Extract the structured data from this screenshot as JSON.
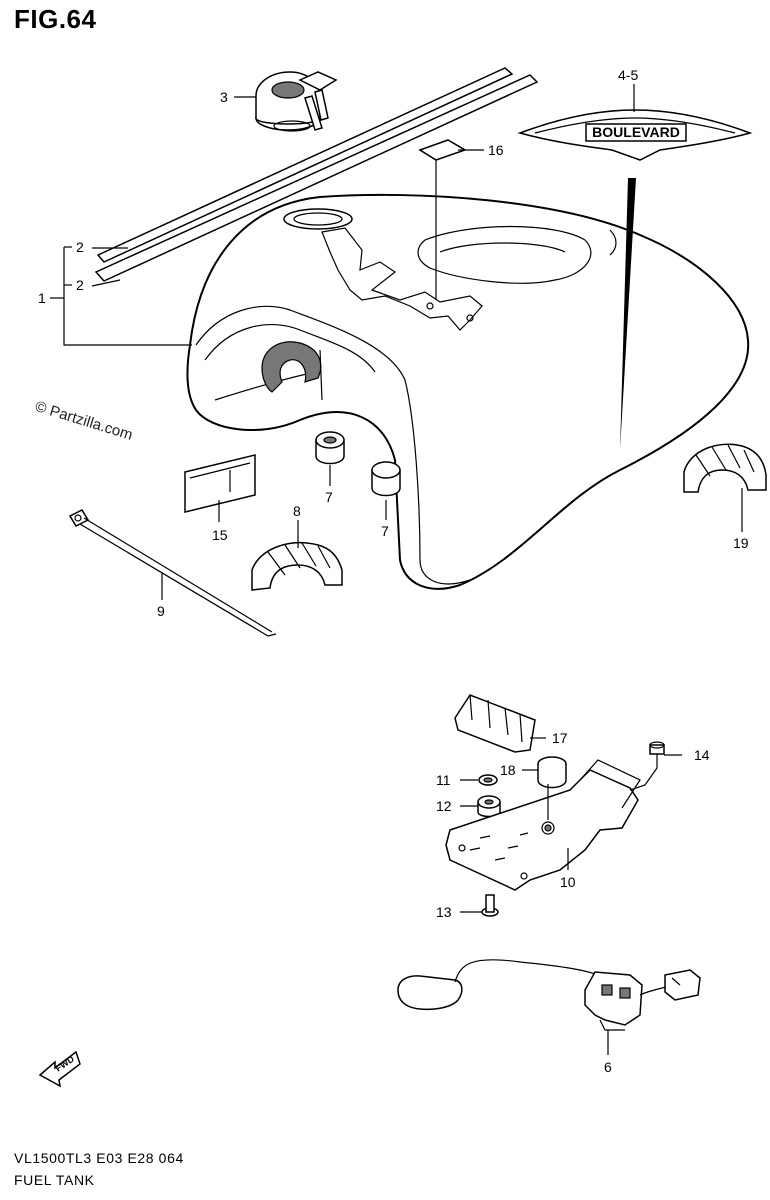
{
  "figure": {
    "title": "FIG.64"
  },
  "watermark": "© Partzilla.com",
  "logo_text": "BOULEVARD",
  "fwd_label": "FWD",
  "callouts": {
    "c1": "1",
    "c2a": "2",
    "c2b": "2",
    "c3": "3",
    "c45": "4-5",
    "c6": "6",
    "c7a": "7",
    "c7b": "7",
    "c8": "8",
    "c9": "9",
    "c10": "10",
    "c11": "11",
    "c12": "12",
    "c13": "13",
    "c14": "14",
    "c15": "15",
    "c16": "16",
    "c17": "17",
    "c18": "18",
    "c19": "19"
  },
  "footer": {
    "model_code": "VL1500TL3  E03  E28  064",
    "section_name": "FUEL TANK"
  }
}
